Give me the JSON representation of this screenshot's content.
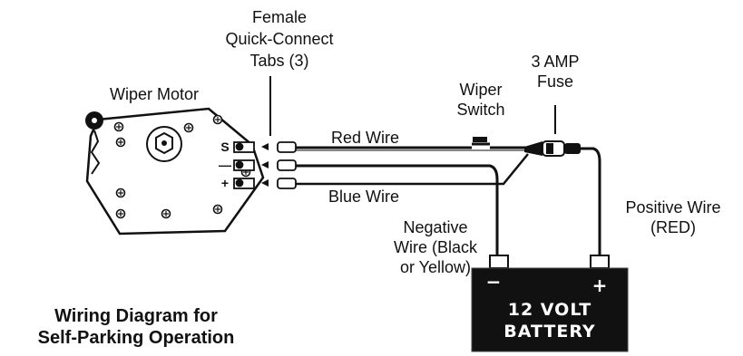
{
  "labels": {
    "quick_connect": [
      "Female",
      "Quick-Connect",
      "Tabs (3)"
    ],
    "wiper_motor": "Wiper Motor",
    "wiper_switch": [
      "Wiper",
      "Switch"
    ],
    "fuse": [
      "3 AMP",
      "Fuse"
    ],
    "red_wire": "Red Wire",
    "blue_wire": "Blue Wire",
    "positive_wire": [
      "Positive Wire",
      "(RED)"
    ],
    "negative_wire": [
      "Negative",
      "Wire (Black",
      "or Yellow)"
    ]
  },
  "terminals": [
    "S",
    "—",
    "+"
  ],
  "battery": {
    "line1": "12 VOLT",
    "line2": "BATTERY",
    "neg_symbol": "−",
    "pos_symbol": "+"
  },
  "title": [
    "Wiring Diagram for",
    "Self-Parking Operation"
  ]
}
